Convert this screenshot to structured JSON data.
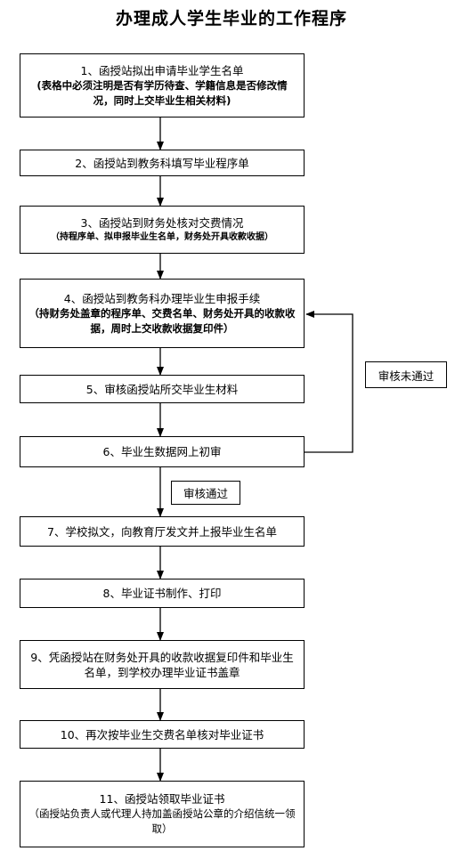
{
  "title": "办理成人学生毕业的工作程序",
  "steps": [
    {
      "main": "1、函授站拟出申请毕业学生名单",
      "sub": "(表格中必须注明是否有学历待查、学籍信息是否修改情况，同时上交毕业生相关材料)"
    },
    {
      "main": "2、函授站到教务科填写毕业程序单",
      "sub": ""
    },
    {
      "main": "3、函授站到财务处核对交费情况",
      "sub": "（持程序单、拟申报毕业生名单，财务处开具收款收据）"
    },
    {
      "main": "4、函授站到教务科办理毕业生申报手续",
      "sub": "（持财务处盖章的程序单、交费名单、财务处开具的收款收据，周时上交收款收据复印件）"
    },
    {
      "main": "5、审核函授站所交毕业生材料",
      "sub": ""
    },
    {
      "main": "6、毕业生数据网上初审",
      "sub": ""
    },
    {
      "main": "7、学校拟文，向教育厅发文并上报毕业生名单",
      "sub": ""
    },
    {
      "main": "8、毕业证书制作、打印",
      "sub": ""
    },
    {
      "main": "9、凭函授站在财务处开具的收款收据复印件和毕业生名单，到学校办理毕业证书盖章",
      "sub": ""
    },
    {
      "main": "10、再次按毕业生交费名单核对毕业证书",
      "sub": ""
    },
    {
      "main": "11、函授站领取毕业证书",
      "sub": "（函授站负责人或代理人持加盖函授站公章的介绍信统一领取）"
    }
  ],
  "labels": {
    "fail": "审核未通过",
    "pass": "审核通过"
  }
}
